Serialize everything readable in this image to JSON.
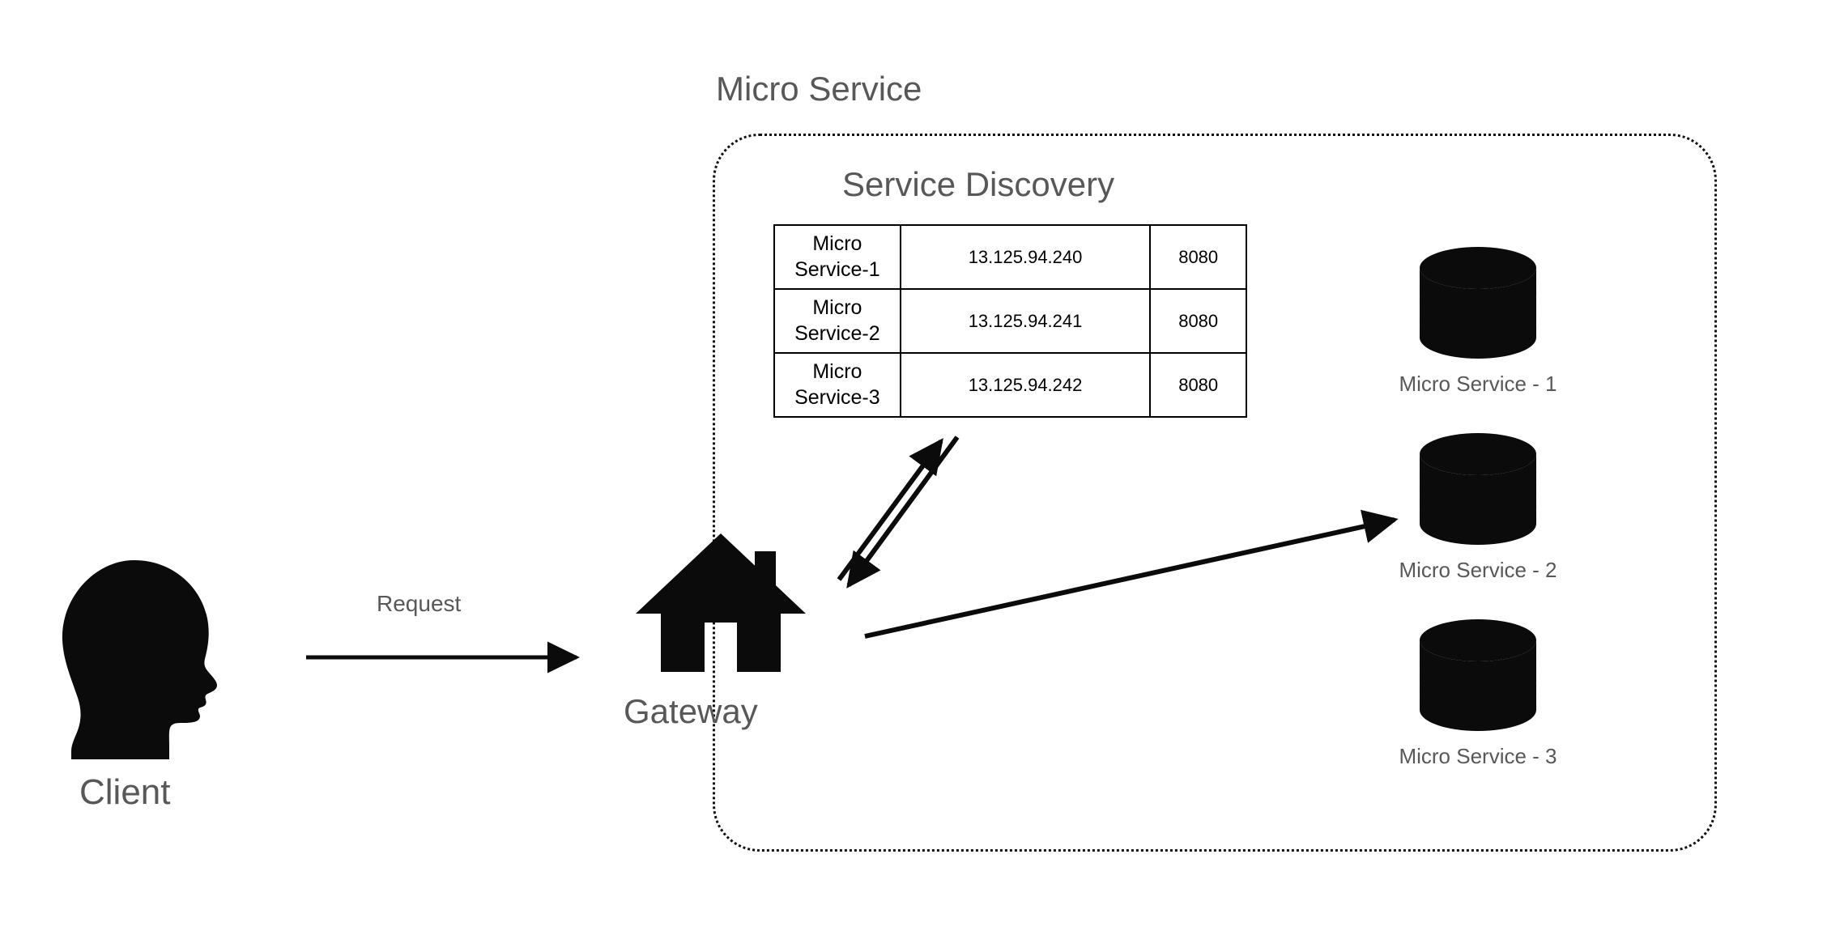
{
  "diagram": {
    "title": "Micro Service",
    "boundary_label": "Micro Service",
    "service_discovery_title": "Service Discovery",
    "colors": {
      "text_gray": "#585858",
      "stroke_black": "#000000",
      "background": "#ffffff"
    }
  },
  "client": {
    "label": "Client",
    "icon": "head-silhouette-icon"
  },
  "gateway": {
    "label": "Gateway",
    "icon": "house-icon"
  },
  "request_arrow": {
    "label": "Request"
  },
  "service_discovery": {
    "title": "Service Discovery",
    "rows": [
      {
        "name": "Micro\nService-1",
        "name_line1": "Micro",
        "name_line2": "Service-1",
        "ip": "13.125.94.240",
        "port": "8080"
      },
      {
        "name": "Micro\nService-2",
        "name_line1": "Micro",
        "name_line2": "Service-2",
        "ip": "13.125.94.241",
        "port": "8080"
      },
      {
        "name": "Micro\nService-3",
        "name_line1": "Micro",
        "name_line2": "Service-3",
        "ip": "13.125.94.242",
        "port": "8080"
      }
    ]
  },
  "microservices": [
    {
      "label": "Micro Service - 1",
      "icon": "database-stack-icon"
    },
    {
      "label": "Micro Service - 2",
      "icon": "database-stack-icon"
    },
    {
      "label": "Micro Service - 3",
      "icon": "database-stack-icon"
    }
  ],
  "connections": [
    {
      "name": "client-to-gateway",
      "label": "Request",
      "direction": "right"
    },
    {
      "name": "gateway-to-service-discovery",
      "label": "",
      "direction": "up-right"
    },
    {
      "name": "service-discovery-to-gateway",
      "label": "",
      "direction": "down-left"
    },
    {
      "name": "gateway-to-microservice-2",
      "label": "",
      "direction": "up-right"
    }
  ]
}
